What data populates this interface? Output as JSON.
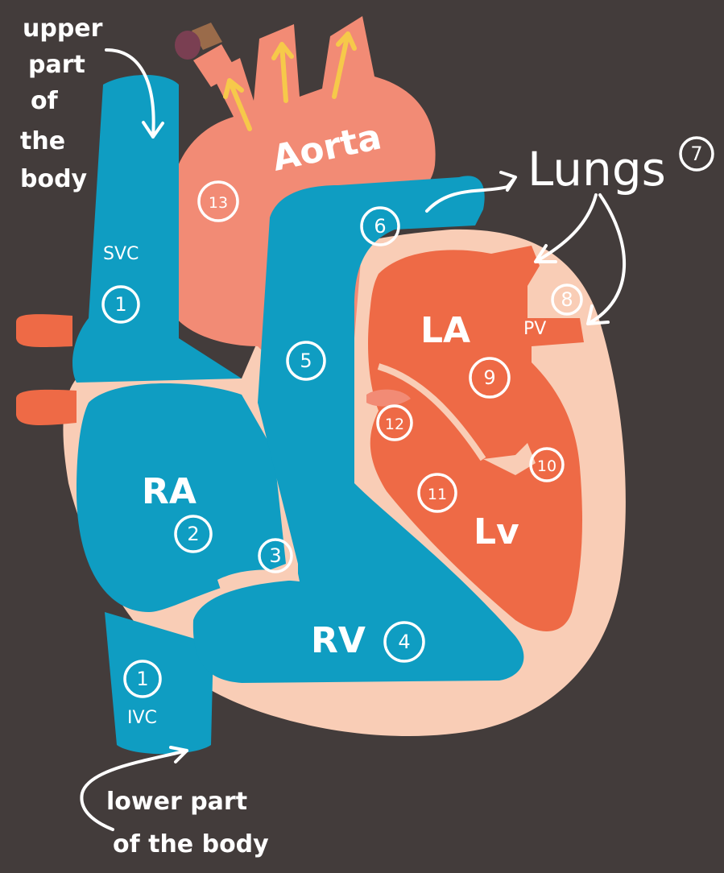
{
  "colors": {
    "background": "#433c3b",
    "deoxygenated": "#0f9dc2",
    "aorta": "#f28b75",
    "oxygenated": "#ee6a46",
    "wall": "#f9cdb6",
    "label": "#ffffff",
    "flow_arrow": "#f6c94a"
  },
  "chambers": {
    "svc": "SVC",
    "ivc": "IVC",
    "ra": "RA",
    "rv": "RV",
    "la": "LA",
    "lv": "Lv",
    "aorta": "Aorta",
    "pv": "PV"
  },
  "annotations": {
    "upper_body": [
      "upper",
      "part",
      "of",
      "the",
      "body"
    ],
    "lower_body": [
      "lower part",
      "of the body"
    ],
    "lungs": "Lungs"
  },
  "markers": [
    {
      "id": "svc",
      "label": "1"
    },
    {
      "id": "ivc",
      "label": "1"
    },
    {
      "id": "ra",
      "label": "2"
    },
    {
      "id": "tricuspid",
      "label": "3"
    },
    {
      "id": "rv",
      "label": "4"
    },
    {
      "id": "pulm-trunk",
      "label": "5"
    },
    {
      "id": "pulm-artery",
      "label": "6"
    },
    {
      "id": "lungs",
      "label": "7"
    },
    {
      "id": "pulm-vein",
      "label": "8"
    },
    {
      "id": "la",
      "label": "9"
    },
    {
      "id": "mitral",
      "label": "10"
    },
    {
      "id": "lv",
      "label": "11"
    },
    {
      "id": "aortic-valve",
      "label": "12"
    },
    {
      "id": "aorta",
      "label": "13"
    }
  ]
}
